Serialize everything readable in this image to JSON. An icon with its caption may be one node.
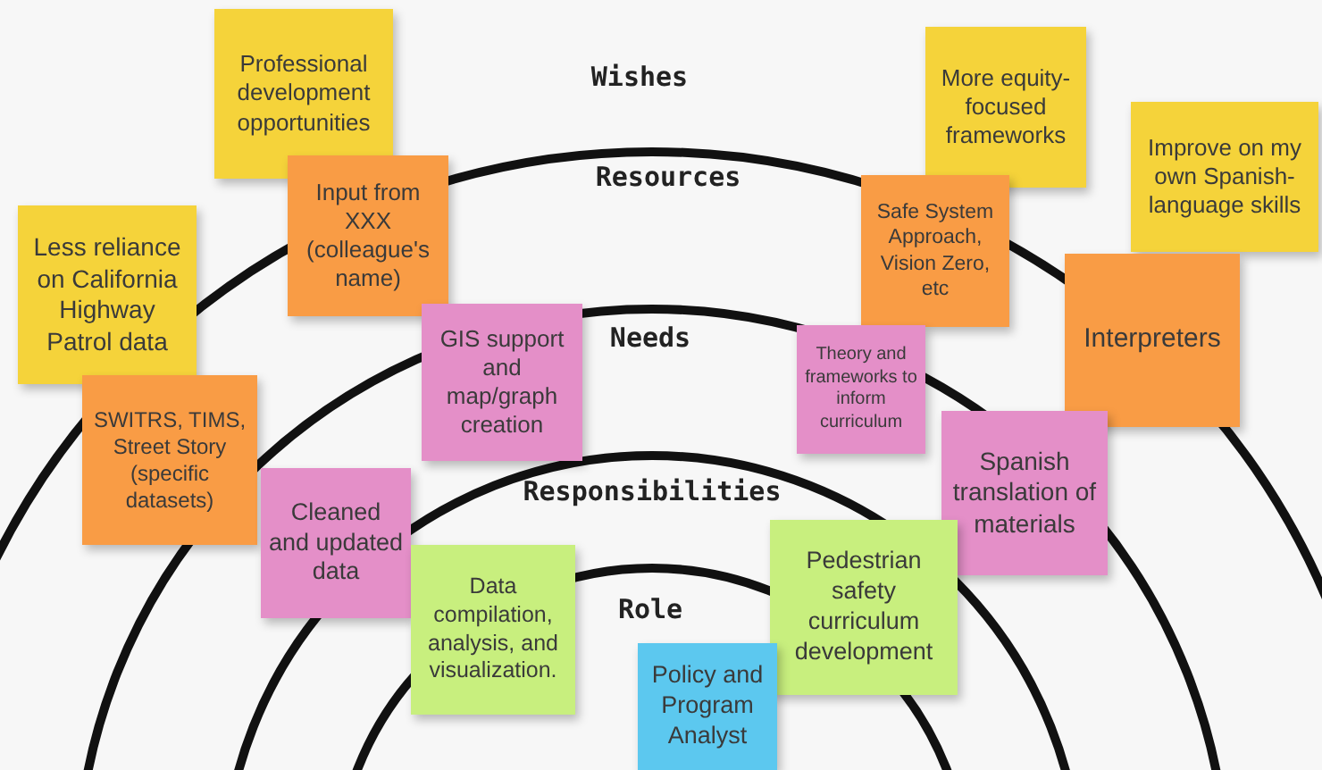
{
  "diagram": {
    "nodes": [
      {
        "text": [
          "Professional development opportunities"
        ]
      },
      {
        "text": [
          "More equity-focused frameworks"
        ]
      },
      {
        "text": [
          "Improve on my own Spanish-language skills"
        ]
      },
      {
        "text": [
          "Input from XXX (colleague's name)"
        ]
      },
      {
        "text": [
          "Safe System Approach, Vision Zero, etc"
        ]
      },
      {
        "text": [
          "Less reliance on California Highway Patrol data"
        ]
      },
      {
        "text": [
          "GIS support and map/graph creation"
        ]
      },
      {
        "text": [
          "Theory and frameworks to inform curriculum"
        ]
      },
      {
        "text": [
          "Interpreters"
        ]
      },
      {
        "text": [
          "SWITRS, TIMS, Street Story (specific datasets)"
        ]
      },
      {
        "text": [
          "Spanish translation of materials"
        ]
      },
      {
        "text": [
          "Cleaned and updated data"
        ]
      },
      {
        "text": [
          "Data compilation, analysis, and visualization."
        ]
      },
      {
        "text": [
          "Pedestrian safety curriculum development"
        ]
      },
      {
        "text": [
          "Policy and Program Analyst"
        ]
      }
    ],
    "labels": [
      "Wishes",
      "Resources",
      "Needs",
      "Responsibilities",
      "Role"
    ]
  }
}
